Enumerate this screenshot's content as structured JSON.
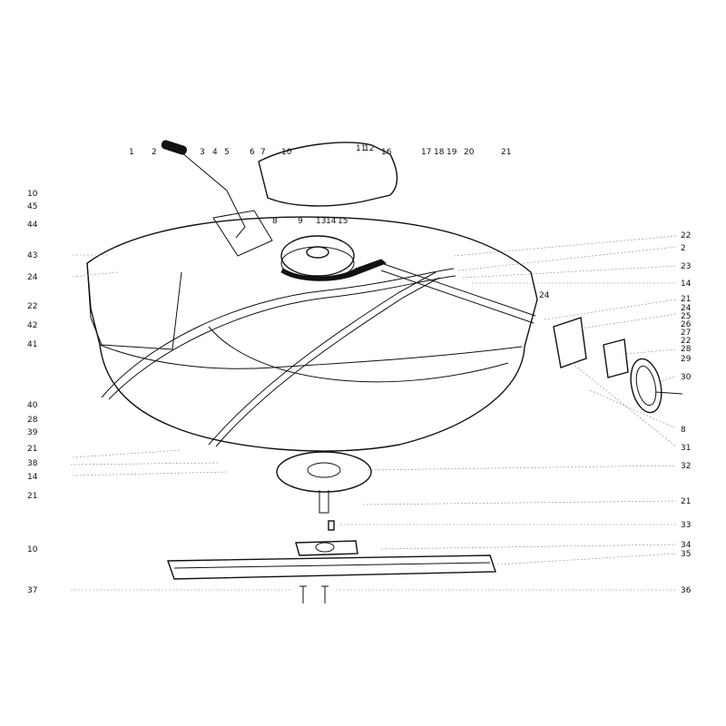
{
  "colors": {
    "ink": "#111111",
    "paper": "#ffffff",
    "leader": "#888888"
  },
  "labels": {
    "top": [
      "1",
      "2",
      "3",
      "4",
      "5",
      "6",
      "7",
      "10",
      "11",
      "12",
      "16",
      "17",
      "18",
      "19",
      "20",
      "21",
      "8",
      "9",
      "13",
      "14",
      "15"
    ],
    "left": [
      "10",
      "45",
      "44",
      "43",
      "24",
      "22",
      "42",
      "41",
      "40",
      "28",
      "39",
      "21",
      "38",
      "14",
      "21",
      "10",
      "37"
    ],
    "right": [
      "22",
      "2",
      "23",
      "14",
      "24",
      "21",
      "24",
      "25",
      "26",
      "27",
      "22",
      "28",
      "29",
      "30",
      "8",
      "31",
      "32",
      "21",
      "33",
      "34",
      "35",
      "36"
    ]
  }
}
